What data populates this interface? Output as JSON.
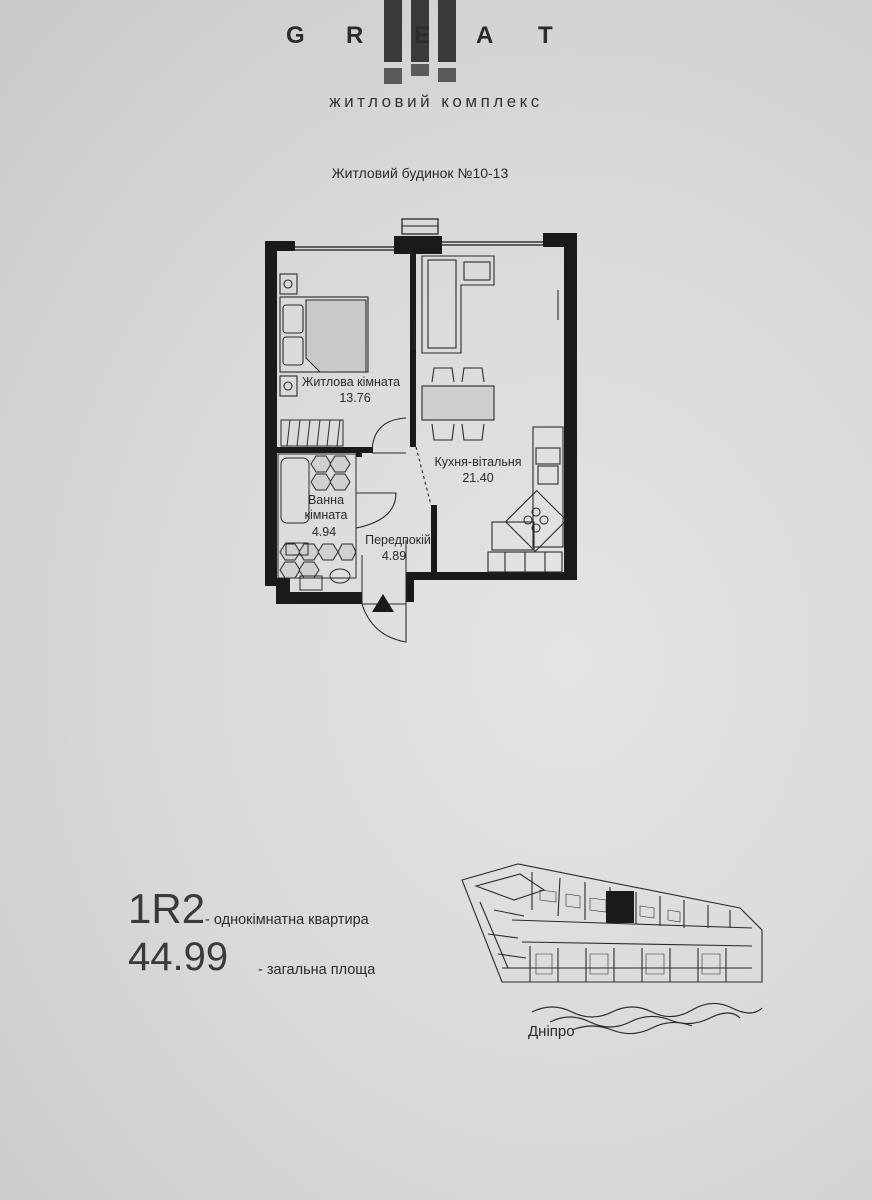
{
  "brand": {
    "letters": [
      "G",
      "R",
      "E",
      "A",
      "T"
    ],
    "subtitle": "житловий комплекс"
  },
  "building": "Житловий будинок №10-13",
  "rooms": [
    {
      "name": "Житлова кімната",
      "area": "13.76"
    },
    {
      "name": "Кухня-вітальня",
      "area": "21.40"
    },
    {
      "name_line1": "Ванна",
      "name_line2": "кімната",
      "area": "4.94"
    },
    {
      "name": "Передпокій",
      "area": "4.89"
    }
  ],
  "apartment": {
    "code": "1R2",
    "code_caption": "- однокімнатна квартира",
    "total_area": "44.99",
    "area_caption": "- загальна площа"
  },
  "site_plan": {
    "river_label": "Дніпро"
  },
  "colors": {
    "paper": "#dcdcdc",
    "ink": "#2a2a2a",
    "wall": "#1a1a1a"
  }
}
